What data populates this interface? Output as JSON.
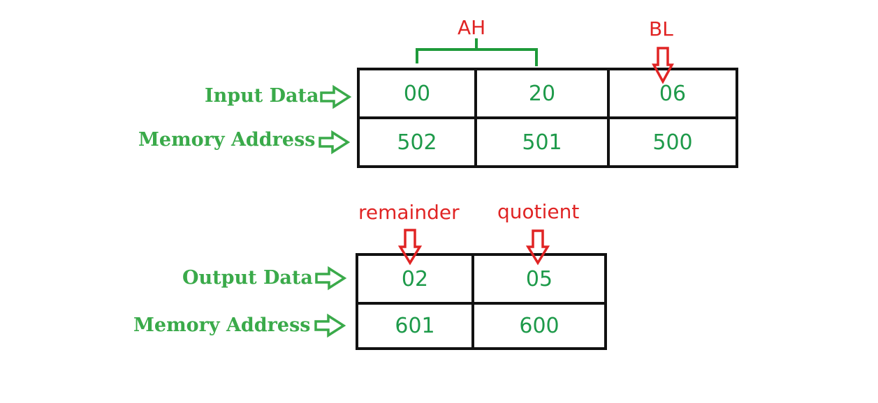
{
  "input_section": {
    "labels": {
      "data": "Input Data",
      "address": "Memory Address"
    },
    "register_labels": {
      "ah": "AH",
      "bl": "BL"
    },
    "data_values": [
      "00",
      "20",
      "06"
    ],
    "addresses": [
      "502",
      "501",
      "500"
    ]
  },
  "output_section": {
    "labels": {
      "data": "Output Data",
      "address": "Memory Address"
    },
    "result_labels": {
      "remainder": "remainder",
      "quotient": "quotient"
    },
    "data_values": [
      "02",
      "05"
    ],
    "addresses": [
      "601",
      "600"
    ]
  },
  "colors": {
    "label_green": "#3aaa4a",
    "value_green": "#1e9a4a",
    "accent_red": "#e02424",
    "grid_black": "#111111"
  }
}
